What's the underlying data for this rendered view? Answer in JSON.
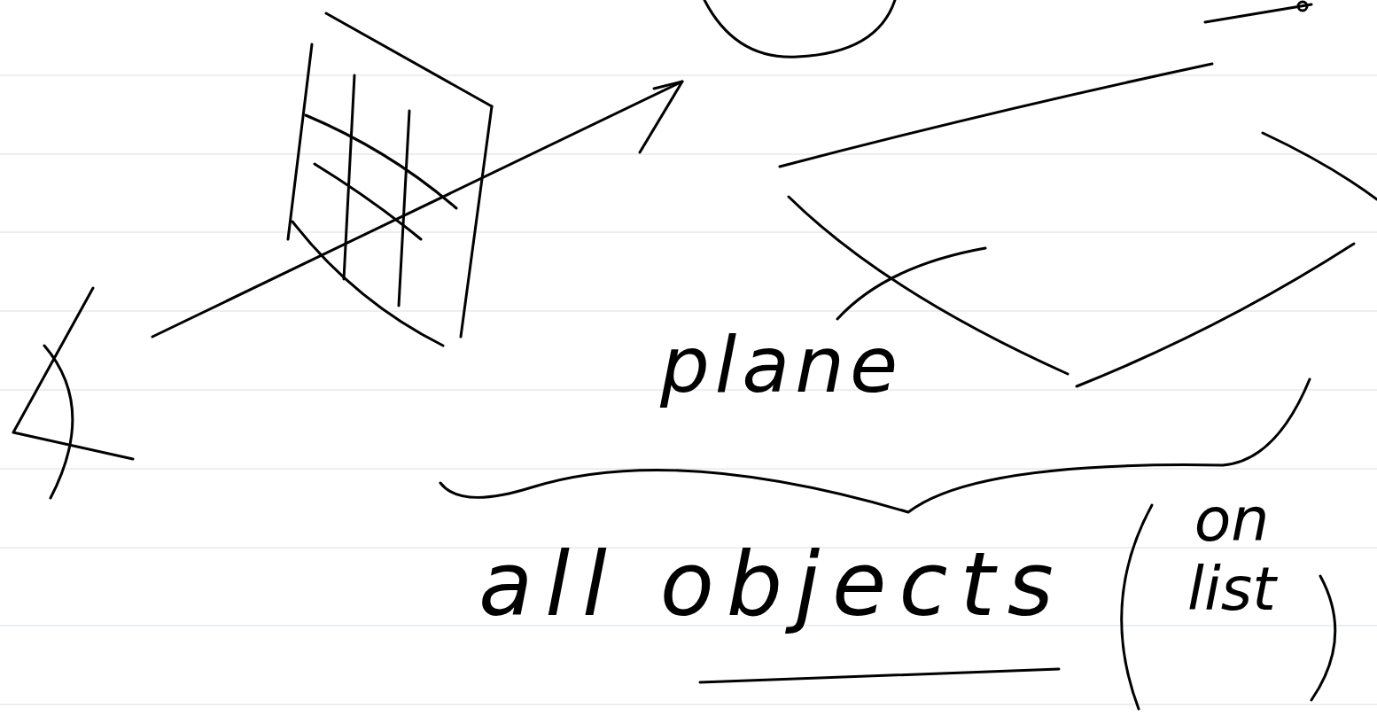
{
  "diagram": {
    "labels": [
      "plane",
      "all objects",
      "on list"
    ]
  }
}
